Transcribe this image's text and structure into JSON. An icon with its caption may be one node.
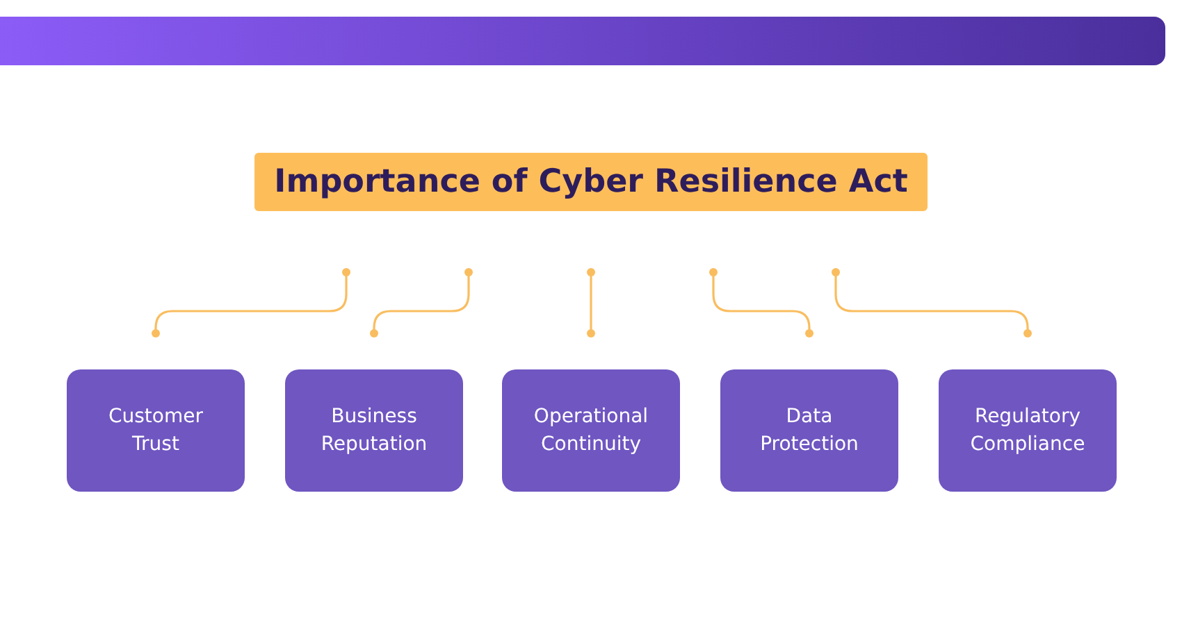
{
  "diagram": {
    "nodes": [
      {
        "text": [
          "Importance of Cyber Resilience Act"
        ]
      },
      {
        "text": [
          "Customer Trust"
        ]
      },
      {
        "text": [
          "Business Reputation"
        ]
      },
      {
        "text": [
          "Operational Continuity"
        ]
      },
      {
        "text": [
          "Data Protection"
        ]
      },
      {
        "text": [
          "Regulatory Compliance"
        ]
      }
    ],
    "edges": [
      {
        "from": 0,
        "to": 1,
        "arrow": "other"
      },
      {
        "from": 0,
        "to": 2,
        "arrow": "other"
      },
      {
        "from": 0,
        "to": 3,
        "arrow": "other"
      },
      {
        "from": 0,
        "to": 4,
        "arrow": "other"
      },
      {
        "from": 0,
        "to": 5,
        "arrow": "other"
      }
    ]
  }
}
